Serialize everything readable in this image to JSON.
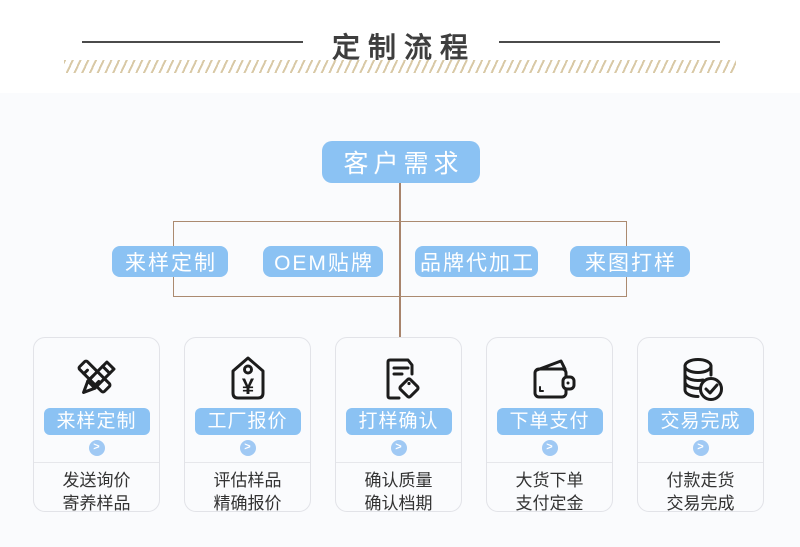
{
  "header": {
    "title": "定制流程"
  },
  "flow": {
    "root_label": "客户需求",
    "branches": [
      {
        "label": "来样定制"
      },
      {
        "label": "OEM贴牌"
      },
      {
        "label": "品牌代加工"
      },
      {
        "label": "来图打样"
      }
    ]
  },
  "steps": [
    {
      "icon": "pencil-ruler-icon",
      "label": "来样定制",
      "desc_line1": "发送询价",
      "desc_line2": "寄养样品"
    },
    {
      "icon": "price-tag-icon",
      "label": "工厂报价",
      "desc_line1": "评估样品",
      "desc_line2": "精确报价"
    },
    {
      "icon": "document-tag-icon",
      "label": "打样确认",
      "desc_line1": "确认质量",
      "desc_line2": "确认档期"
    },
    {
      "icon": "wallet-icon",
      "label": "下单支付",
      "desc_line1": "大货下单",
      "desc_line2": "支付定金"
    },
    {
      "icon": "coins-check-icon",
      "label": "交易完成",
      "desc_line1": "付款走货",
      "desc_line2": "交易完成"
    }
  ],
  "ui": {
    "arrow_glyph": ">"
  },
  "colors": {
    "accent_blue": "#8bc2f3",
    "arrow_badge_blue": "#a0c9f4",
    "connector_brown": "#ab8a70",
    "hatch_tan": "#d9c9a6",
    "title_dark": "#3e3e3e",
    "card_border": "#e2e3e8",
    "background_main": "#fafbfd"
  }
}
